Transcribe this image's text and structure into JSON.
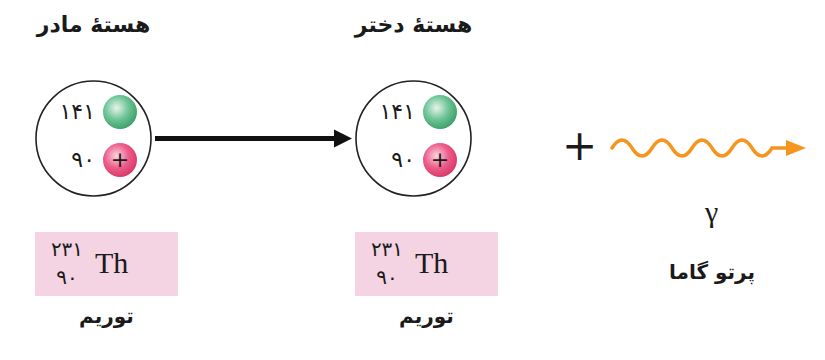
{
  "diagram": {
    "nodes": [
      {
        "text": [
          "هستهٔ مادر",
          "۱۴۱",
          "۹۰",
          "+"
        ]
      },
      {
        "text": [
          "۲۳۱",
          "۹۰",
          "Th",
          "توریم"
        ]
      },
      {
        "text": [
          "هستهٔ دختر",
          "۱۴۱",
          "۹۰",
          "+"
        ]
      },
      {
        "text": [
          "۲۳۱",
          "۹۰",
          "Th",
          "توریم"
        ]
      }
    ],
    "edges": [
      {
        "from": 0,
        "to": 2,
        "arrow": "to"
      }
    ],
    "labels": [
      "+",
      "γ",
      "پرتو گاما"
    ]
  }
}
